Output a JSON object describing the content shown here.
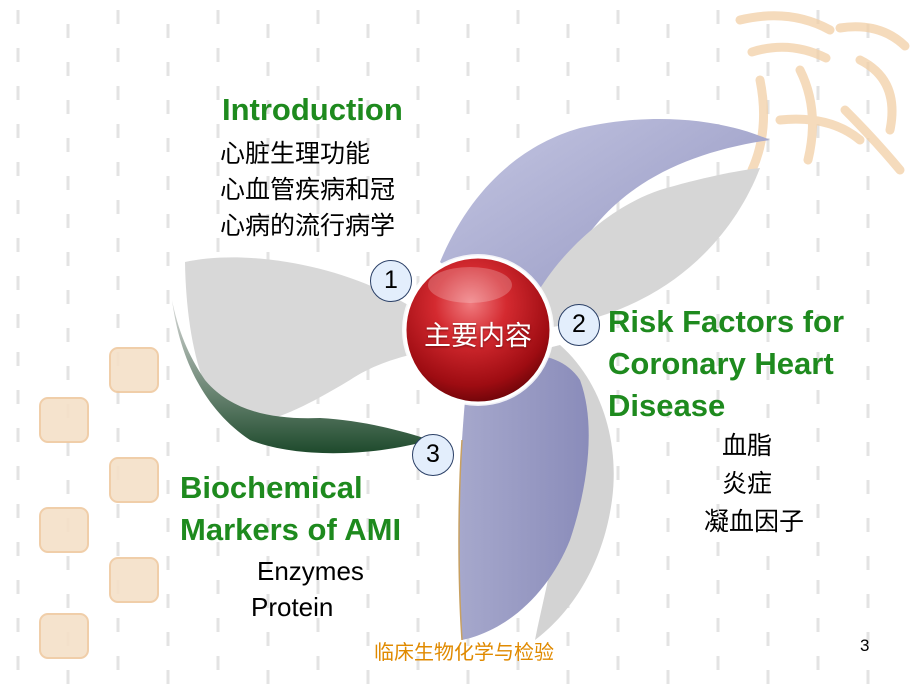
{
  "center_label": "主要内容",
  "introduction": {
    "number": "1",
    "title": "Introduction",
    "lines": [
      "心脏生理功能",
      "心血管疾病和冠",
      "心病的流行病学"
    ]
  },
  "risk_factors": {
    "number": "2",
    "title_lines": [
      "Risk Factors for",
      "Coronary Heart",
      "Disease"
    ],
    "items": [
      "血脂",
      "炎症",
      "凝血因子"
    ]
  },
  "biomarkers": {
    "number": "3",
    "title_lines": [
      "Biochemical",
      "Markers of AMI"
    ],
    "items": [
      "Enzymes",
      "Protein"
    ]
  },
  "footer": "临床生物化学与检验",
  "page_number": "3",
  "colors": {
    "title_green": "#1e8a1e",
    "footer_orange": "#e08a00",
    "center_red": "#c8141e",
    "blade_gray": "#d4d4d4",
    "blade_purple": "#9ea0c8",
    "blade_dark_green": "#2e5e3a"
  }
}
